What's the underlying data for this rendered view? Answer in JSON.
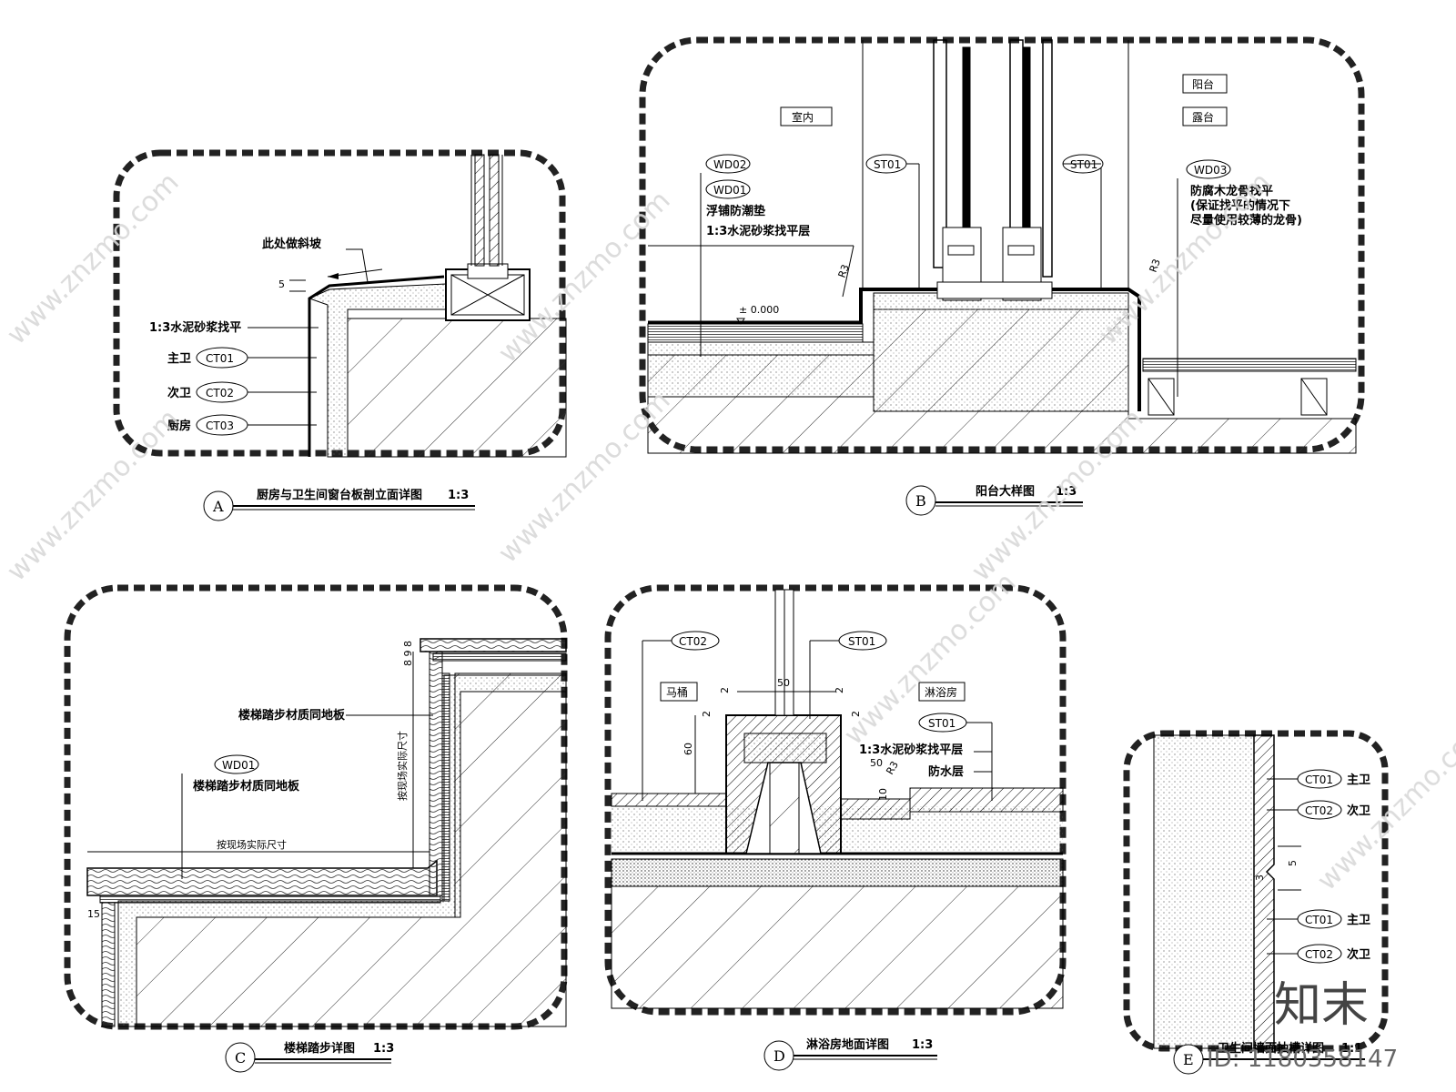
{
  "panelA": {
    "title": "厨房与卫生间窗台板剖立面详图",
    "scale": "1:3",
    "letter": "A",
    "slope_note": "此处做斜坡",
    "dim": "5",
    "layer_label": "1:3水泥砂浆找平",
    "rows": [
      {
        "room": "主卫",
        "code": "CT01"
      },
      {
        "room": "次卫",
        "code": "CT02"
      },
      {
        "room": "厨房",
        "code": "CT03"
      }
    ]
  },
  "panelB": {
    "title": "阳台大样图",
    "scale": "1:3",
    "letter": "B",
    "room_in": "室内",
    "room_balcony1": "阳台",
    "room_balcony2": "露台",
    "code_wd02": "WD02",
    "code_wd01": "WD01",
    "note_pad": "浮铺防潮垫",
    "note_mortar": "1:3水泥砂浆找平层",
    "code_st01_left": "ST01",
    "code_st01_right": "ST01",
    "code_wd03": "WD03",
    "note_wd03_1": "防腐木龙骨找平",
    "note_wd03_2": "(保证找平的情况下",
    "note_wd03_3": "尽量使用较薄的龙骨)",
    "level": "± 0.000",
    "r3_left": "R3",
    "r3_right": "R3"
  },
  "panelC": {
    "title": "楼梯踏步详图",
    "scale": "1:3",
    "letter": "C",
    "note_riser": "楼梯踏步材质同地板",
    "code": "WD01",
    "note_tread": "楼梯踏步材质同地板",
    "dim_site": "按现场实际尺寸",
    "dim_site_v": "按现场实际尺寸",
    "dims_top": "8 9 8",
    "dim_15": "15"
  },
  "panelD": {
    "title": "淋浴房地面详图",
    "scale": "1:3",
    "letter": "D",
    "code_ct02": "CT02",
    "code_st01_top": "ST01",
    "code_st01_mid": "ST01",
    "room_toilet": "马桶",
    "room_shower": "淋浴房",
    "note_mortar": "1:3水泥砂浆找平层",
    "note_water": "防水层",
    "dim_50": "50",
    "dim_50b": "50",
    "dim_60": "60",
    "dim_2a": "2",
    "dim_2b": "2",
    "dim_2c": "2",
    "dim_2d": "2",
    "dim_10": "10",
    "dim_r3": "R3"
  },
  "panelE": {
    "title": "卫生间墙面抽槽详图",
    "scale": "1:1",
    "letter": "E",
    "rows_top": [
      {
        "code": "CT01",
        "room": "主卫"
      },
      {
        "code": "CT02",
        "room": "次卫"
      }
    ],
    "rows_bottom": [
      {
        "code": "CT01",
        "room": "主卫"
      },
      {
        "code": "CT02",
        "room": "次卫"
      }
    ],
    "dim_5": "5",
    "dim_3": "3"
  },
  "watermark": {
    "text": "www.znzmo.com",
    "logo": "知末",
    "id": "ID: 1180358147"
  }
}
